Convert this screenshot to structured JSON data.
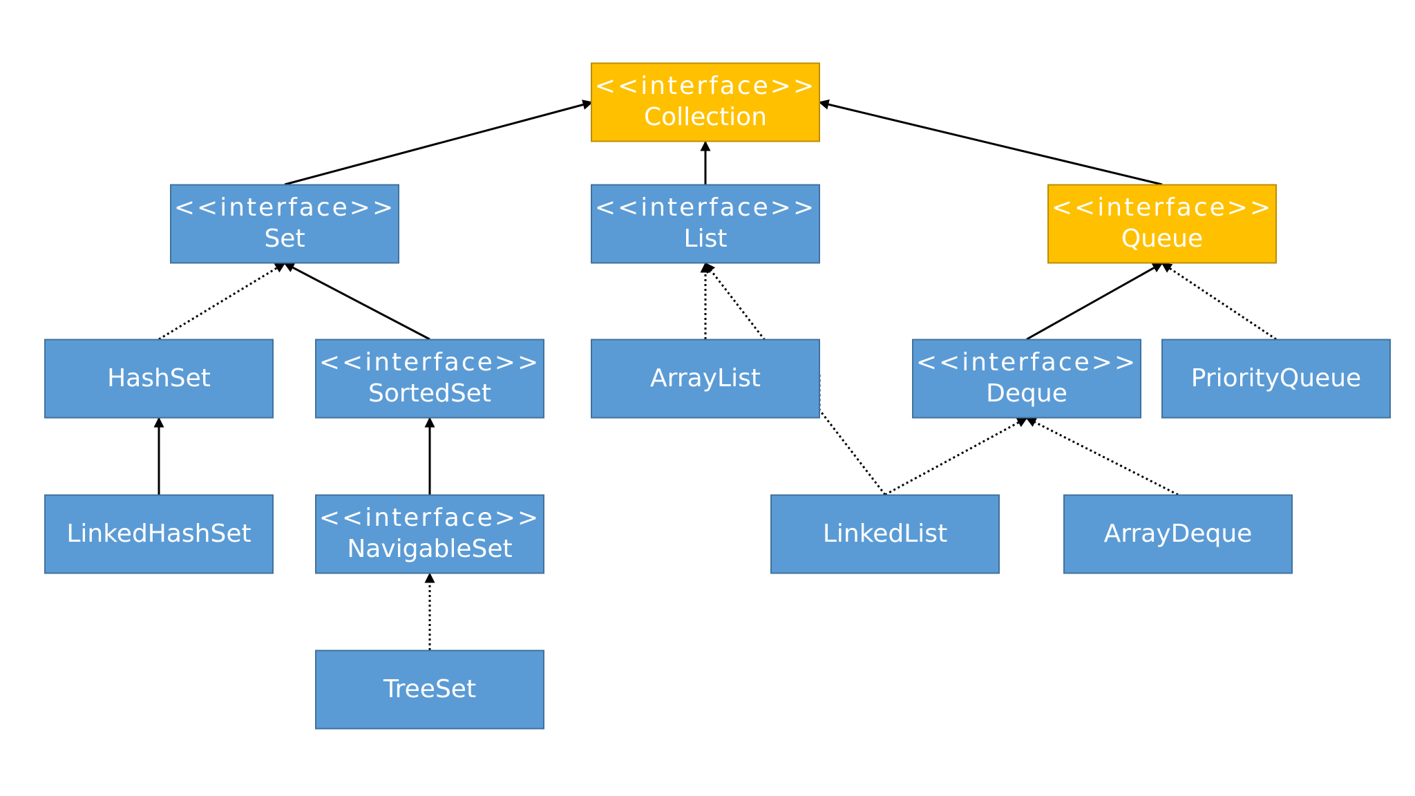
{
  "colors": {
    "class": "#5b9bd5",
    "class_border": "#41719c",
    "highlight": "#ffc000",
    "highlight_border": "#bc8c00",
    "text": "#ffffff",
    "edge": "#000000"
  },
  "nodes": {
    "collection": {
      "stereotype": "<<interface>>",
      "name": "Collection",
      "highlight": true
    },
    "set": {
      "stereotype": "<<interface>>",
      "name": "Set",
      "highlight": false
    },
    "list": {
      "stereotype": "<<interface>>",
      "name": "List",
      "highlight": false
    },
    "queue": {
      "stereotype": "<<interface>>",
      "name": "Queue",
      "highlight": true
    },
    "hashset": {
      "stereotype": "",
      "name": "HashSet",
      "highlight": false
    },
    "sortedset": {
      "stereotype": "<<interface>>",
      "name": "SortedSet",
      "highlight": false
    },
    "arraylist": {
      "stereotype": "",
      "name": "ArrayList",
      "highlight": false
    },
    "deque": {
      "stereotype": "<<interface>>",
      "name": "Deque",
      "highlight": false
    },
    "priorityqueue": {
      "stereotype": "",
      "name": "PriorityQueue",
      "highlight": false
    },
    "linkedhashset": {
      "stereotype": "",
      "name": "LinkedHashSet",
      "highlight": false
    },
    "navigableset": {
      "stereotype": "<<interface>>",
      "name": "NavigableSet",
      "highlight": false
    },
    "linkedlist": {
      "stereotype": "",
      "name": "LinkedList",
      "highlight": false
    },
    "arraydeque": {
      "stereotype": "",
      "name": "ArrayDeque",
      "highlight": false
    },
    "treeset": {
      "stereotype": "",
      "name": "TreeSet",
      "highlight": false
    }
  },
  "edges": [
    {
      "from": "set",
      "to": "collection",
      "style": "solid"
    },
    {
      "from": "list",
      "to": "collection",
      "style": "solid"
    },
    {
      "from": "queue",
      "to": "collection",
      "style": "solid"
    },
    {
      "from": "hashset",
      "to": "set",
      "style": "dotted"
    },
    {
      "from": "sortedset",
      "to": "set",
      "style": "solid"
    },
    {
      "from": "linkedhashset",
      "to": "hashset",
      "style": "solid"
    },
    {
      "from": "navigableset",
      "to": "sortedset",
      "style": "solid"
    },
    {
      "from": "treeset",
      "to": "navigableset",
      "style": "dotted"
    },
    {
      "from": "arraylist",
      "to": "list",
      "style": "dotted"
    },
    {
      "from": "linkedlist",
      "to": "list",
      "style": "dotted"
    },
    {
      "from": "deque",
      "to": "queue",
      "style": "solid"
    },
    {
      "from": "priorityqueue",
      "to": "queue",
      "style": "dotted"
    },
    {
      "from": "linkedlist",
      "to": "deque",
      "style": "dotted"
    },
    {
      "from": "arraydeque",
      "to": "deque",
      "style": "dotted"
    }
  ]
}
